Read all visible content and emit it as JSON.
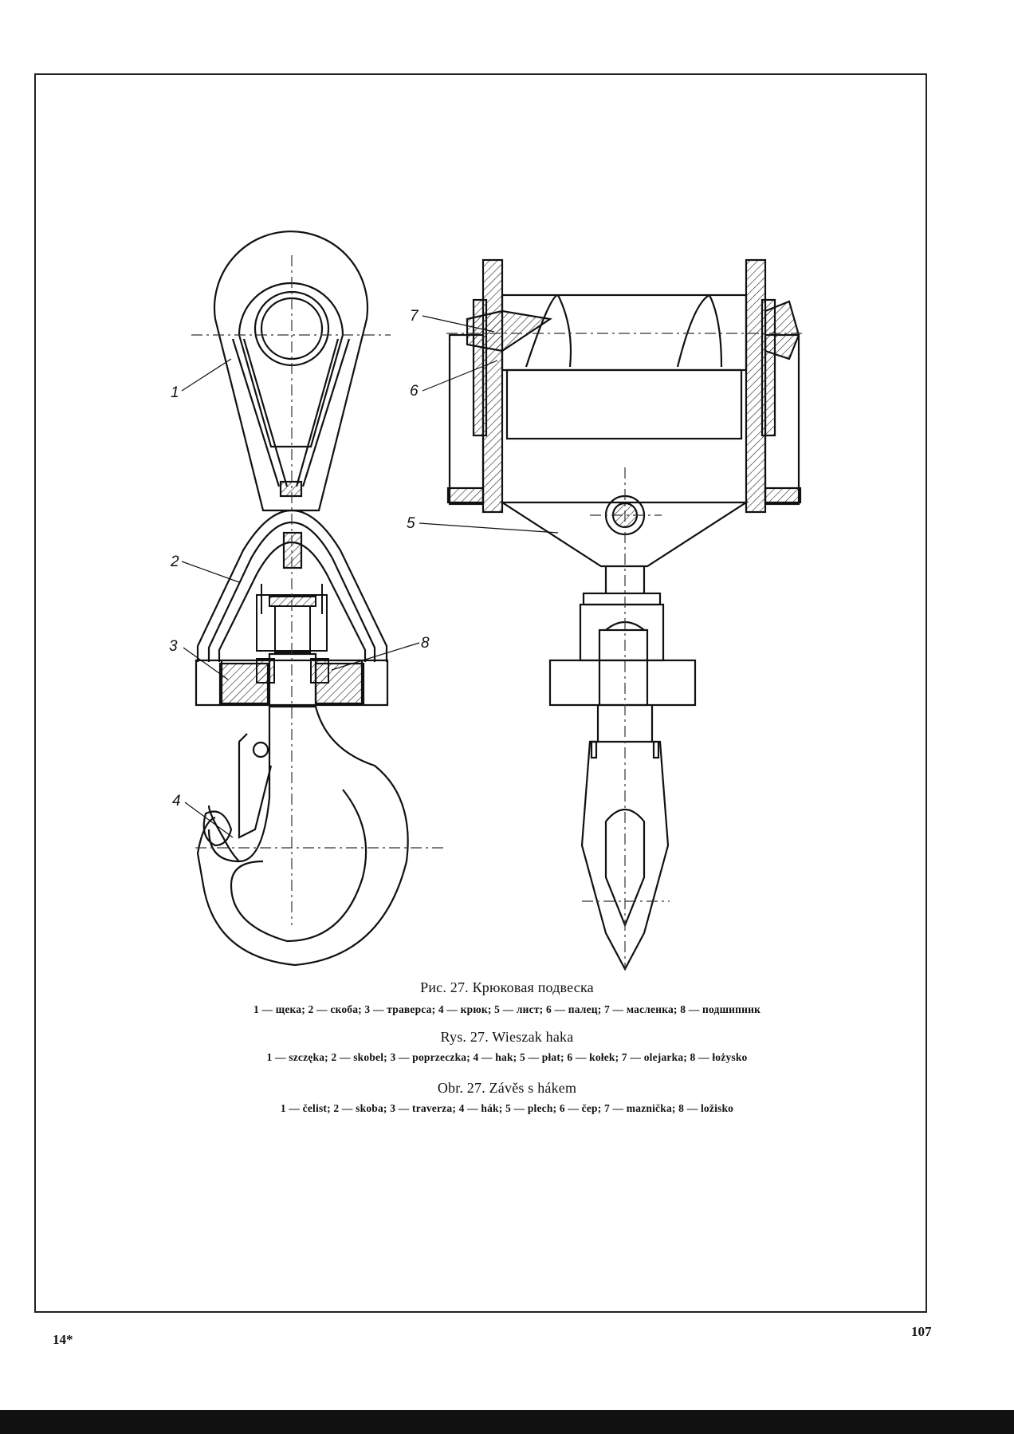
{
  "diagram": {
    "callouts": [
      "1",
      "2",
      "3",
      "4",
      "5",
      "6",
      "7",
      "8"
    ]
  },
  "captions": {
    "ru": {
      "title": "Рис. 27. Крюковая подвеска",
      "legend": "1 — щека; 2 — скоба; 3 — траверса; 4 — крюк; 5 — лист; 6 — палец; 7 — масленка; 8 — подшипник"
    },
    "pl": {
      "title": "Rys. 27. Wieszak haka",
      "legend": "1 — szczęka; 2 — skobel; 3 — poprzeczka; 4 — hak; 5 — płat; 6 — kołek; 7 — olejarka; 8 — łożysko"
    },
    "cs": {
      "title": "Obr. 27. Závěs s hákem",
      "legend": "1 — čelist; 2 — skoba; 3 — traverza; 4 — hák; 5 — plech; 6 — čep; 7 — maznička; 8 — ložisko"
    }
  },
  "footer": {
    "signature_mark": "14*",
    "page_number": "107"
  }
}
